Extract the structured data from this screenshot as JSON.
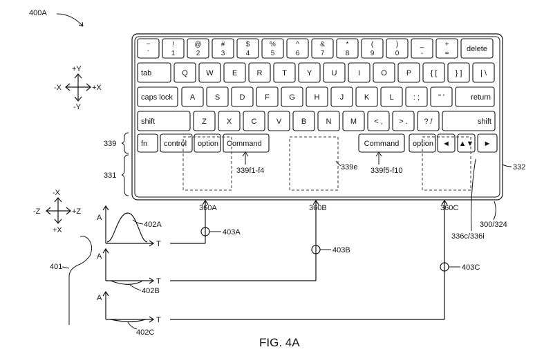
{
  "figure_title": "FIG. 4A",
  "refs": {
    "fig_ref": "400A",
    "bracket_339": "339",
    "bracket_331": "331",
    "keyboard_332": "332",
    "device_300": "300/324",
    "part_336": "336c/336i",
    "region_339e": "339e",
    "region_339f1": "339f1-f4",
    "region_339f5": "339f5-f10",
    "sensor_a": "360A",
    "sensor_b": "360B",
    "sensor_c": "360C",
    "graph_401": "401",
    "graph_402a": "402A",
    "graph_402b": "402B",
    "graph_402c": "402C",
    "node_403a": "403A",
    "node_403b": "403B",
    "node_403c": "403C"
  },
  "axes_xy": {
    "up": "+Y",
    "down": "-Y",
    "left": "-X",
    "right": "+X"
  },
  "axes_xz": {
    "up": "-X",
    "down": "+X",
    "left": "-Z",
    "right": "+Z"
  },
  "graph_axis": {
    "y": "A",
    "x": "T"
  },
  "keyboard": {
    "row1": [
      {
        "top": "~",
        "bot": "`"
      },
      {
        "top": "!",
        "bot": "1"
      },
      {
        "top": "@",
        "bot": "2"
      },
      {
        "top": "#",
        "bot": "3"
      },
      {
        "top": "$",
        "bot": "4"
      },
      {
        "top": "%",
        "bot": "5"
      },
      {
        "top": "^",
        "bot": "6"
      },
      {
        "top": "&",
        "bot": "7"
      },
      {
        "top": "*",
        "bot": "8"
      },
      {
        "top": "(",
        "bot": "9"
      },
      {
        "top": ")",
        "bot": "0"
      },
      {
        "top": "_",
        "bot": "-"
      },
      {
        "top": "+",
        "bot": "="
      },
      {
        "top": "",
        "bot": "delete"
      }
    ],
    "row2": [
      "tab",
      "Q",
      "W",
      "E",
      "R",
      "T",
      "Y",
      "U",
      "I",
      "O",
      "P",
      "{ [",
      "} ]",
      "| \\"
    ],
    "row3": [
      "caps lock",
      "A",
      "S",
      "D",
      "F",
      "G",
      "H",
      "J",
      "K",
      "L",
      ": ;",
      "\" '",
      "return"
    ],
    "row4": [
      "shift",
      "Z",
      "X",
      "C",
      "V",
      "B",
      "N",
      "M",
      "< ,",
      "> .",
      "? /",
      "shift"
    ],
    "row5": [
      "fn",
      "control",
      "option",
      "Command",
      "Command",
      "option",
      "◄",
      "▲▼",
      "►"
    ]
  }
}
